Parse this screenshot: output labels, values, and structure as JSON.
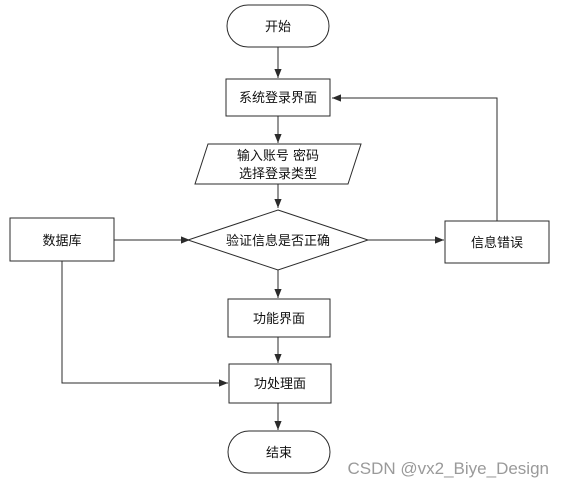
{
  "nodes": {
    "start": "开始",
    "login": "系统登录界面",
    "input_line1": "输入账号 密码",
    "input_line2": "选择登录类型",
    "verify": "验证信息是否正确",
    "database": "数据库",
    "info_error": "信息错误",
    "function_ui": "功能界面",
    "process_ui": "功处理面",
    "end": "结束"
  },
  "watermark": "CSDN @vx2_Biye_Design"
}
